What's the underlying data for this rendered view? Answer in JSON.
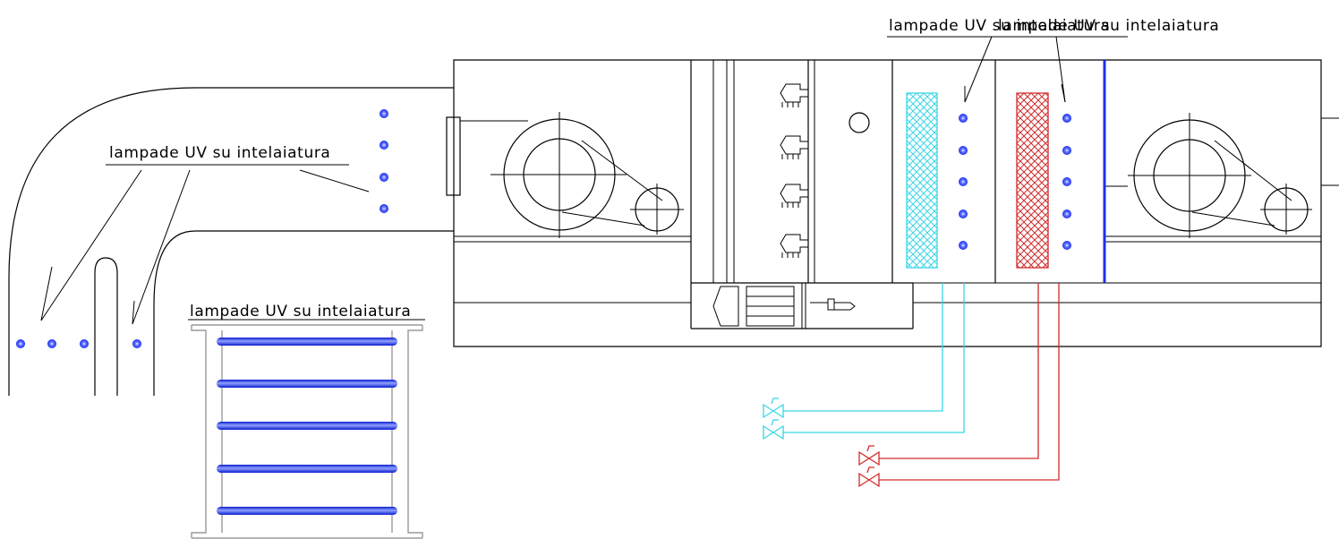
{
  "labels": {
    "uv_lamps_top_left": "lampade UV su intelaiatura",
    "uv_lamps_top_right": "lampade UV su intelaiatura",
    "uv_lamps_left": "lampade UV su intelaiatura",
    "uv_lamps_frame": "lampade UV su intelaiatura"
  },
  "colors": {
    "uv_lamp": "#1a2ff0",
    "cooling_coil": "#3ad6e6",
    "heating_coil": "#d22a2a",
    "outline": "#000000",
    "frame": "#9a9a9a"
  },
  "icons": {
    "uv_lamp": "blue-dot",
    "valve": "bowtie-valve",
    "fan": "centrifugal-fan"
  }
}
